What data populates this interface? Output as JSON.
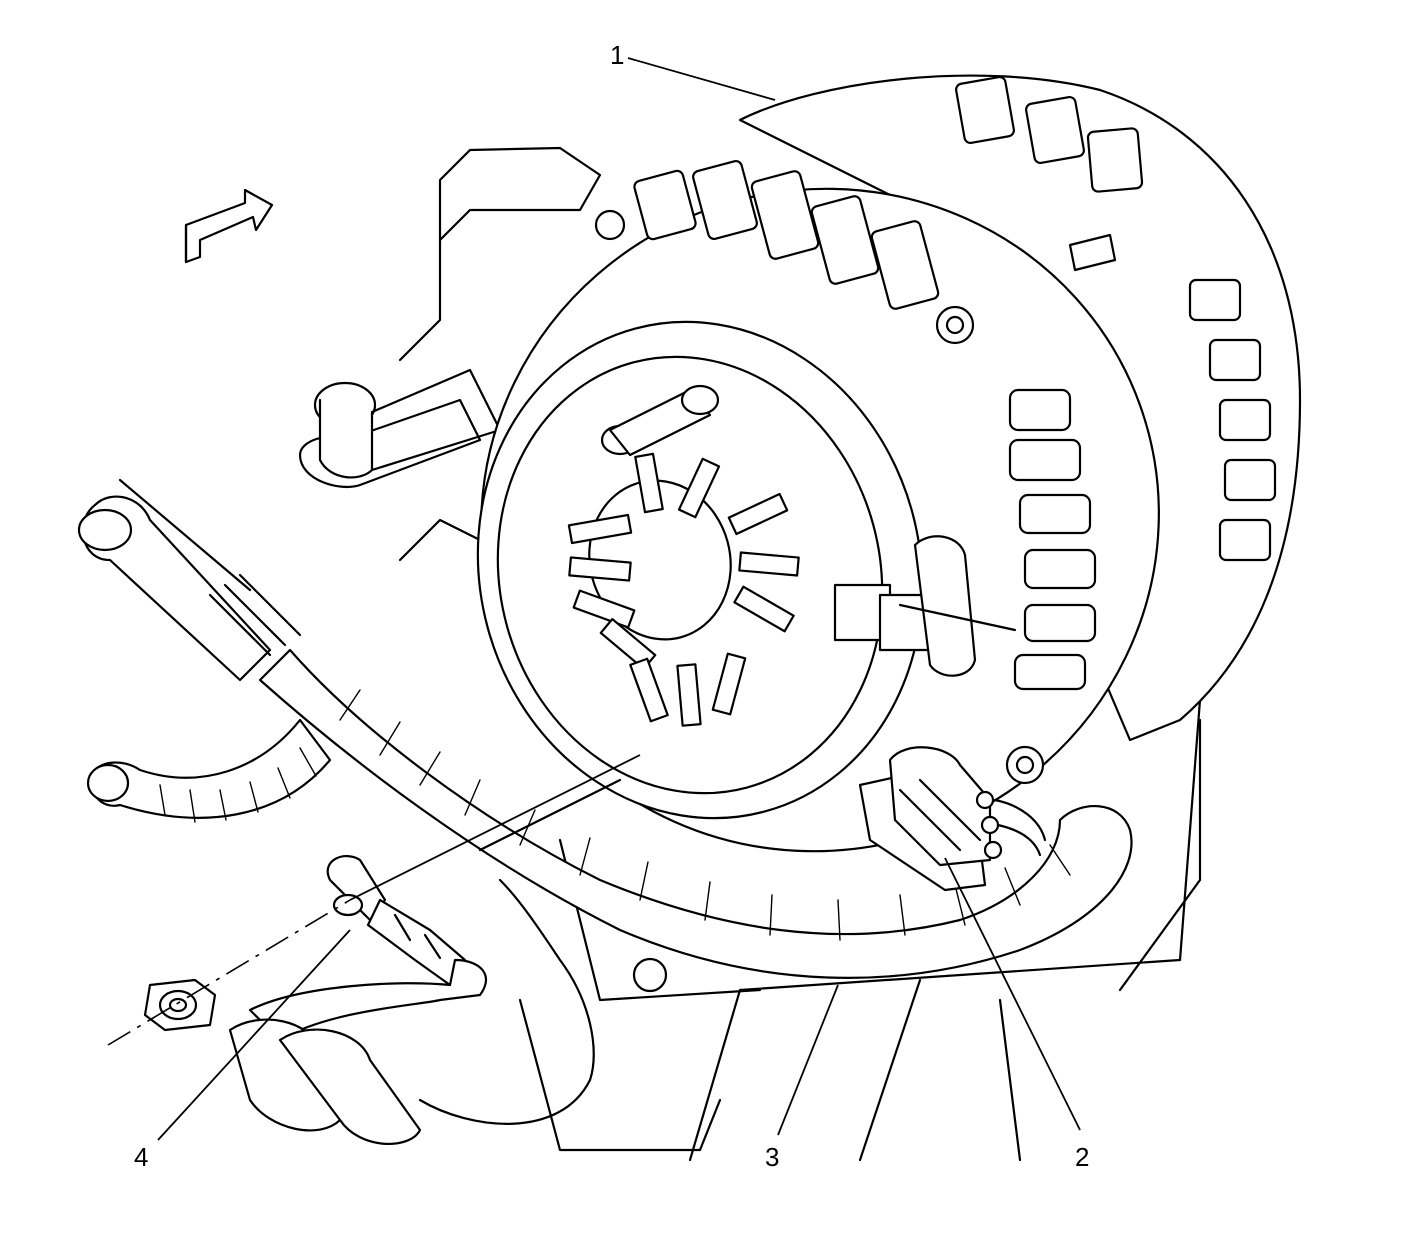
{
  "diagram": {
    "callouts": [
      {
        "id": "1",
        "label": "1"
      },
      {
        "id": "2",
        "label": "2"
      },
      {
        "id": "3",
        "label": "3"
      },
      {
        "id": "4",
        "label": "4"
      }
    ],
    "icons": {
      "direction_arrow": "forward-direction-arrow-icon"
    },
    "colors": {
      "line": "#000000",
      "background": "#ffffff"
    }
  }
}
